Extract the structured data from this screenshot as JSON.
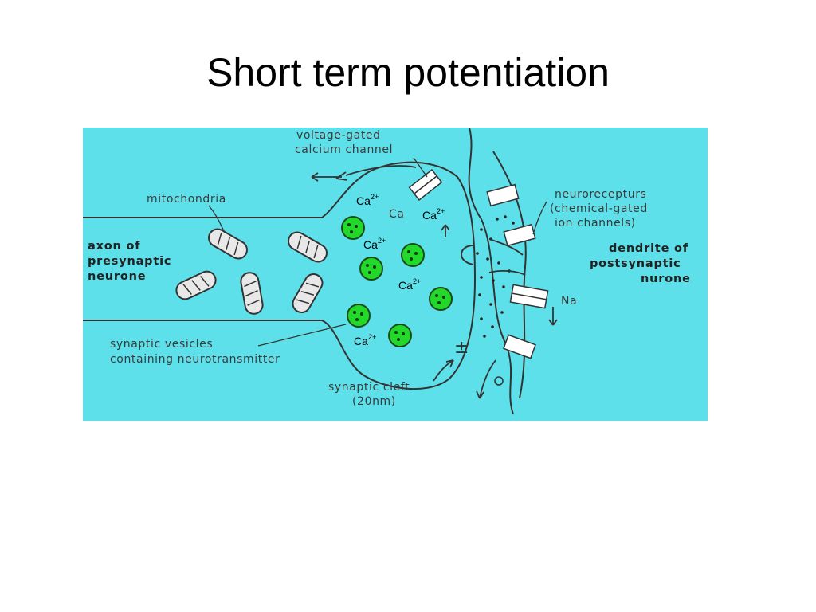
{
  "title": "Short term potentiation",
  "labels": {
    "voltage_channel_1": "voltage-gated",
    "voltage_channel_2": "calcium channel",
    "mitochondria": "mitochondria",
    "axon_1": "axon of",
    "axon_2": "presynaptic",
    "axon_3": "neurone",
    "vesicles_1": "synaptic vesicles",
    "vesicles_2": "containing neurotransmitter",
    "cleft_1": "synaptic cleft",
    "cleft_2": "(20nm)",
    "receptors_1": "neurorecepturs",
    "receptors_2": "(chemical-gated",
    "receptors_3": "ion channels)",
    "dendrite_1": "dendrite of",
    "dendrite_2": "postsynaptic",
    "dendrite_3": "nurone",
    "na_ion": "Na",
    "ca_faded": "Ca",
    "plus_minus": "±"
  },
  "calcium_labels": [
    {
      "base": "Ca",
      "sup": "2+"
    },
    {
      "base": "Ca",
      "sup": "2+"
    },
    {
      "base": "Ca",
      "sup": "2+"
    },
    {
      "base": "Ca",
      "sup": "2+"
    },
    {
      "base": "Ca",
      "sup": "2+"
    }
  ],
  "colors": {
    "background": "#5ee0ea",
    "vesicle": "#22d82a",
    "outline": "#333333"
  }
}
